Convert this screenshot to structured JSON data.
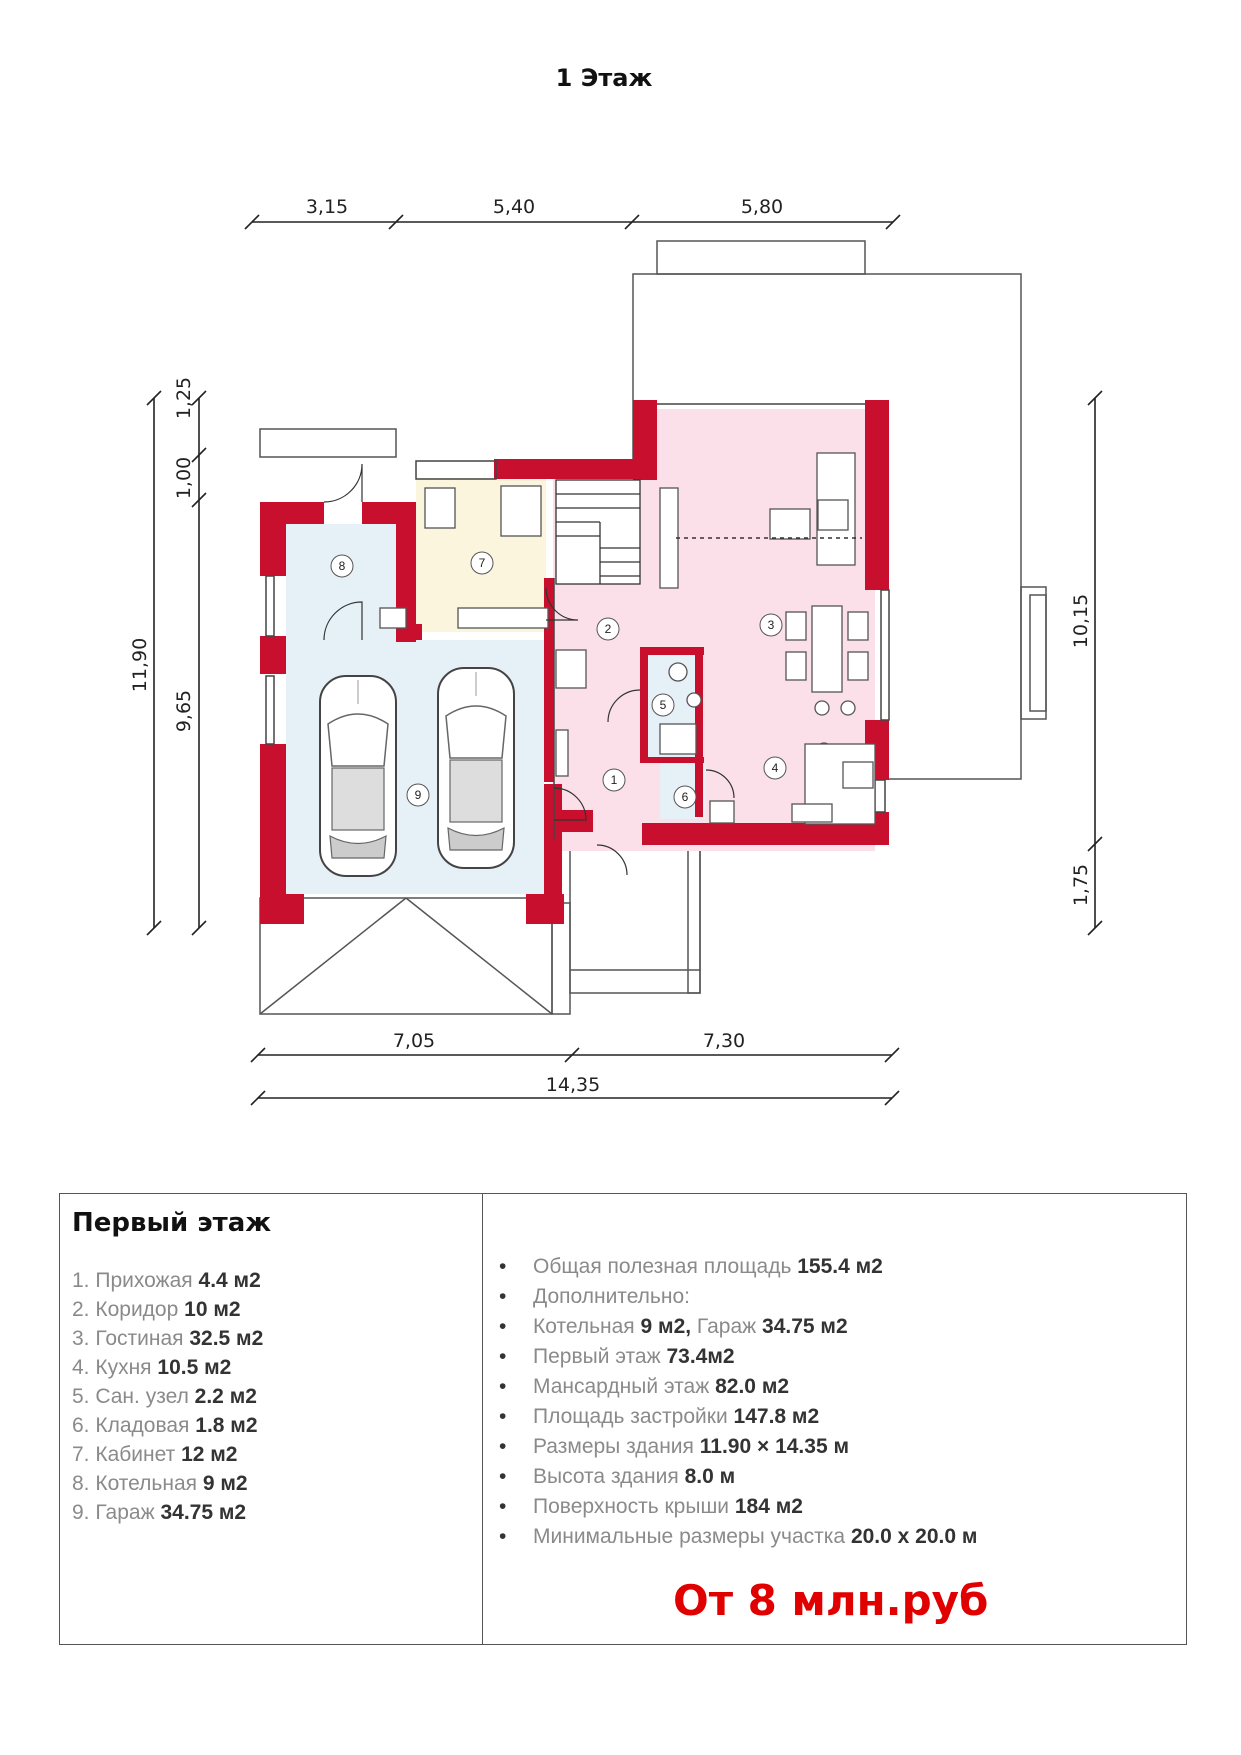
{
  "page_title": "1 Этаж",
  "dimensions": {
    "top": [
      "3,15",
      "5,40",
      "5,80"
    ],
    "bottom": [
      "7,05",
      "7,30"
    ],
    "total": "14,35",
    "left_outer": "11,90",
    "left_inner": [
      "1,25",
      "1,00",
      "9,65"
    ],
    "right": [
      "10,15",
      "1,75"
    ]
  },
  "room_numbers": [
    "1",
    "2",
    "3",
    "4",
    "5",
    "6",
    "7",
    "8",
    "9"
  ],
  "colors": {
    "wall": "#c8102e",
    "living": "#fbe0ea",
    "garage": "#e6f1f7",
    "office": "#faf5dc",
    "price": "#e00000"
  },
  "summary": {
    "title": "Первый этаж",
    "rooms": [
      {
        "label": "1. Прихожая",
        "area": "4.4 м2"
      },
      {
        "label": "2. Коридор",
        "area": "10 м2"
      },
      {
        "label": "3. Гостиная",
        "area": "32.5 м2"
      },
      {
        "label": "4. Кухня",
        "area": "10.5 м2"
      },
      {
        "label": "5. Сан. узел",
        "area": "2.2 м2"
      },
      {
        "label": "6. Кладовая",
        "area": "1.8 м2"
      },
      {
        "label": "7. Кабинет",
        "area": "12 м2"
      },
      {
        "label": "8. Котельная",
        "area": "9 м2"
      },
      {
        "label": "9. Гараж",
        "area": "34.75 м2"
      }
    ],
    "specs": {
      "bullet": "•",
      "useful_area_label": "Общая полезная площадь",
      "useful_area_value": "155.4 м2",
      "additional_label": "Дополнительно:",
      "boiler_label": "Котельная",
      "boiler_value": "9 м2,",
      "garage_label": "Гараж",
      "garage_value": "34.75 м2",
      "first_floor_label": "Первый этаж",
      "first_floor_value": "73.4м2",
      "attic_label": "Мансардный этаж",
      "attic_value": "82.0 м2",
      "footprint_label": "Площадь застройки",
      "footprint_value": "147.8 м2",
      "size_label": "Размеры здания",
      "size_value": "11.90 × 14.35 м",
      "height_label": "Высота здания",
      "height_value": "8.0 м",
      "roof_label": "Поверхность крыши",
      "roof_value": "184 м2",
      "plot_label": "Минимальные размеры участка",
      "plot_value": "20.0 х 20.0 м"
    },
    "price": "От 8 млн.руб"
  }
}
